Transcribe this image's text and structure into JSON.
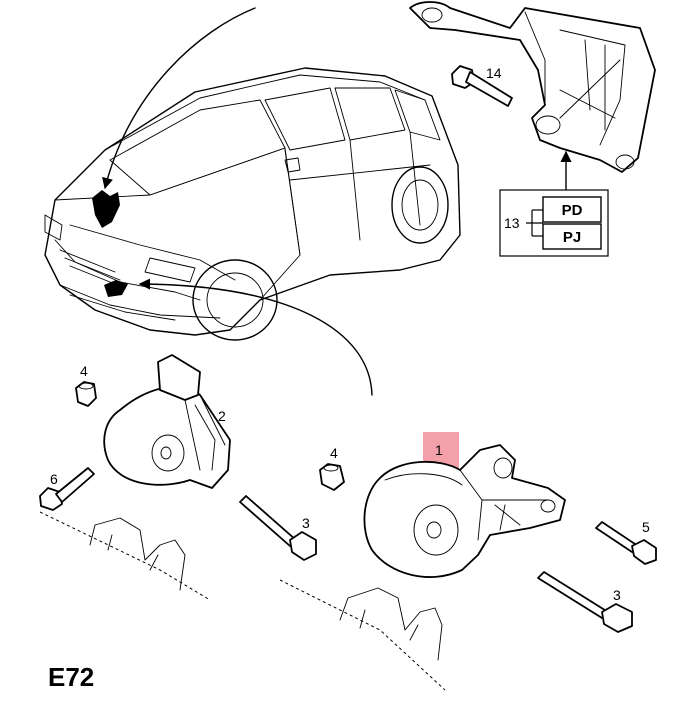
{
  "diagram": {
    "page_code": "E72",
    "callouts": {
      "engine_mount": "1",
      "gearbox_mount": "2",
      "long_bolt_left": "3",
      "long_bolt_right": "3",
      "nut_left": "4",
      "nut_center": "4",
      "bolt_right": "5",
      "bolt_left": "6",
      "bracket": "13",
      "bracket_bolt": "14"
    },
    "variant_codes": [
      "PD",
      "PJ"
    ],
    "highlight_color": "#f4a0aa"
  }
}
